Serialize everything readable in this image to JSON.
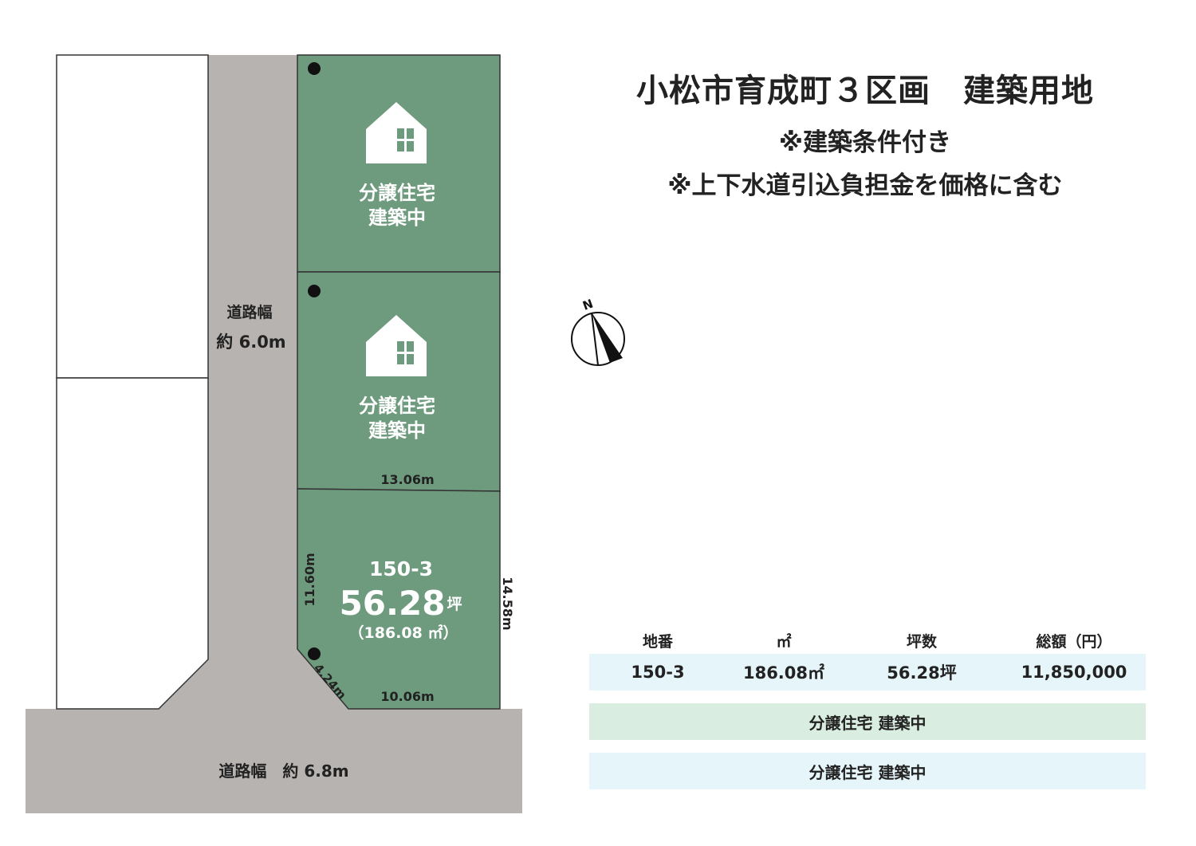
{
  "header": {
    "title": "小松市育成町３区画　建築用地",
    "condition1": "※建築条件付き",
    "condition2": "※上下水道引込負担金を価格に含む"
  },
  "map": {
    "north_label": "N",
    "road_side_label": "道路幅",
    "road_side_width": "約 6.0m",
    "road_bottom_label": "道路幅　約 6.8m",
    "lots": [
      {
        "line1": "分譲住宅",
        "line2": "建築中"
      },
      {
        "line1": "分譲住宅",
        "line2": "建築中"
      }
    ],
    "lot3": {
      "number": "150-3",
      "tsubo": "56.28",
      "tsubo_unit": "坪",
      "sqm": "（186.08 ㎡）",
      "dim_top": "13.06m",
      "dim_left": "11.60m",
      "dim_right": "14.58m",
      "dim_corner": "4.24m",
      "dim_bottom": "10.06m"
    },
    "colors": {
      "lot_green": "#6e9a7e",
      "road_gray": "#b7b3b1",
      "outline": "#333333"
    }
  },
  "table": {
    "headers": [
      "地番",
      "㎡",
      "坪数",
      "総額（円）"
    ],
    "row": [
      "150-3",
      "186.08㎡",
      "56.28坪",
      "11,850,000"
    ],
    "status1": "分譲住宅 建築中",
    "status2": "分譲住宅 建築中"
  }
}
